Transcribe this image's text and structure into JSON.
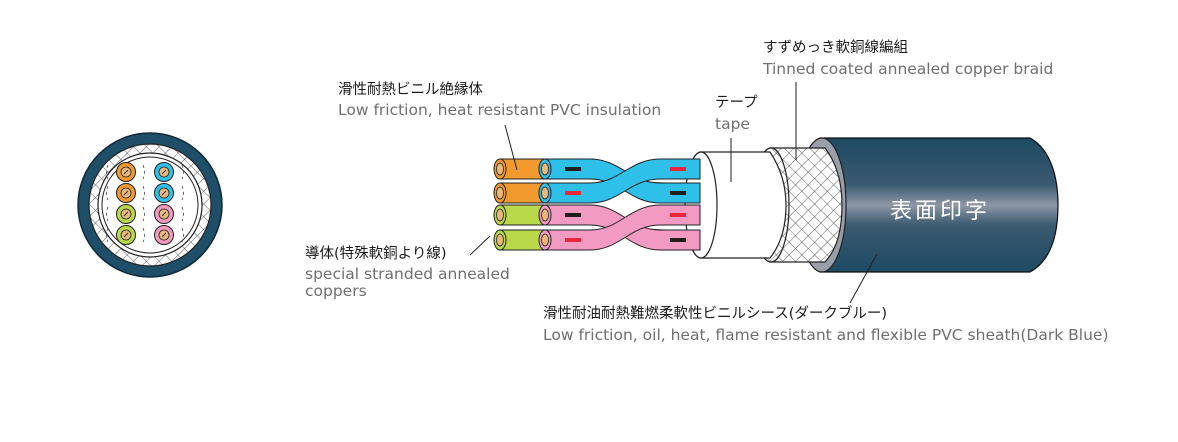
{
  "diagram": {
    "title": "Cable structure diagram",
    "colors": {
      "sheath": "#1f4e68",
      "sheath_highlight": "#8e97a6",
      "sheath_inner_ring": "#9aa0aa",
      "orange": "#f39a2f",
      "cyan": "#2fc0ea",
      "green": "#b9d84a",
      "pink": "#f29ac2",
      "mark_red": "#e8283a",
      "mark_black": "#1e1e1e",
      "copper": "#e9b87a"
    },
    "cross_section": {
      "pairs": [
        {
          "colors": [
            "orange",
            "cyan"
          ]
        },
        {
          "colors": [
            "orange",
            "cyan"
          ]
        },
        {
          "colors": [
            "green",
            "pink"
          ]
        },
        {
          "colors": [
            "green",
            "pink"
          ]
        }
      ]
    },
    "labels": {
      "insulation": {
        "jp": "滑性耐熱ビニル絶縁体",
        "en": "Low friction, heat resistant PVC insulation"
      },
      "tape": {
        "jp": "テープ",
        "en": "tape"
      },
      "braid": {
        "jp": "すずめっき軟銅線編組",
        "en": "Tinned coated annealed copper braid"
      },
      "conductor": {
        "jp": "導体(特殊軟銅より線)",
        "en_line1": "special stranded annealed",
        "en_line2": "coppers"
      },
      "sheath": {
        "jp": "滑性耐油耐熱難燃柔軟性ビニルシース(ダークブルー)",
        "en": "Low friction, oil, heat, flame resistant and flexible PVC sheath(Dark Blue)"
      },
      "surface_print": "表面印字"
    }
  }
}
